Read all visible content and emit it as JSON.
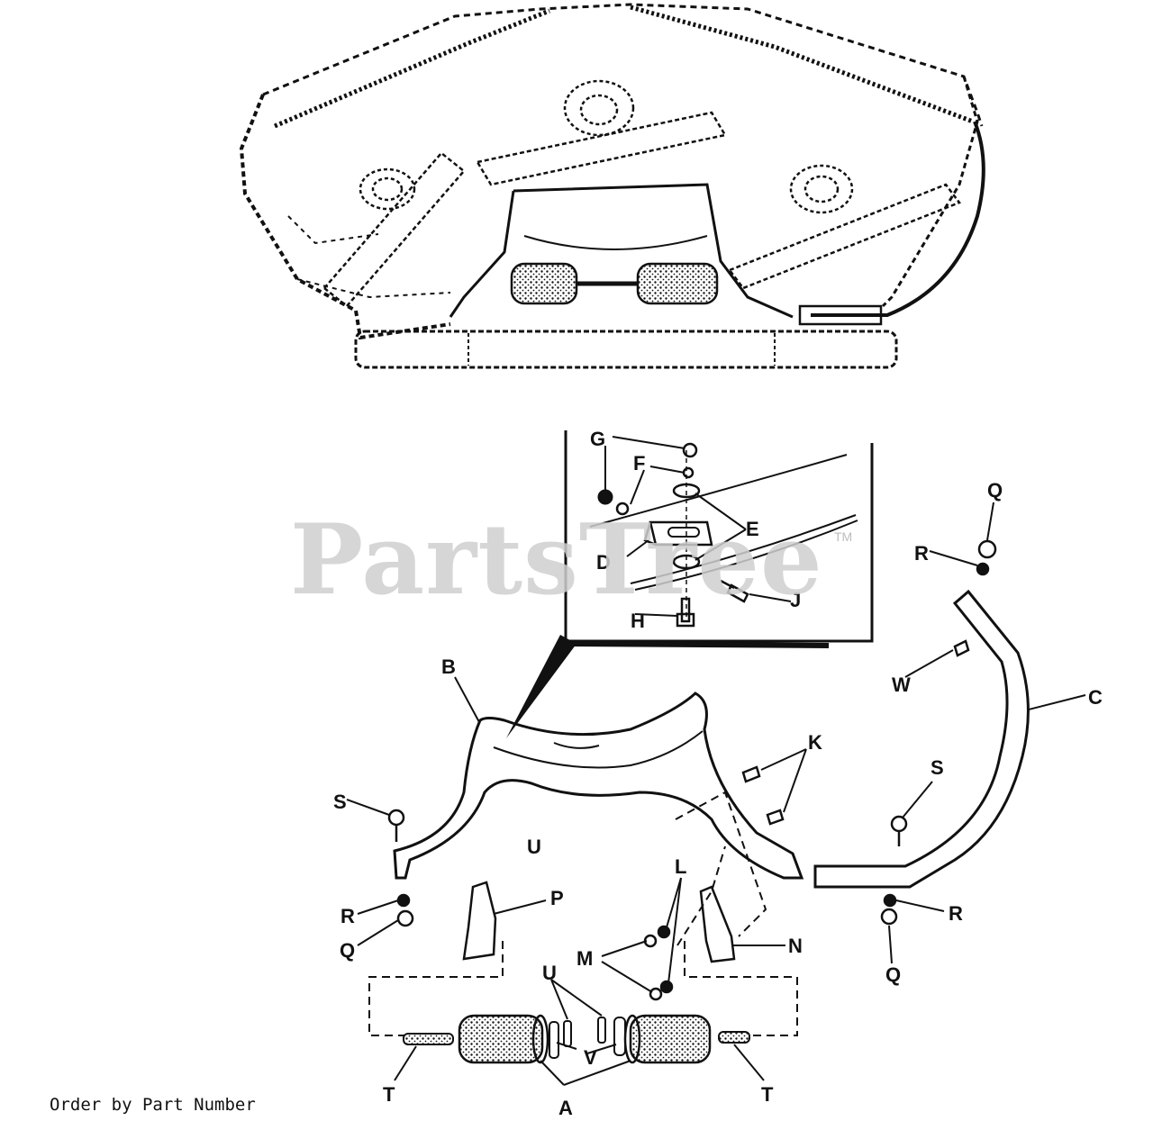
{
  "watermark": {
    "text": "PartsTree",
    "mark": "TM"
  },
  "footer_note": "Order by Part Number",
  "callouts": {
    "A": "A",
    "B": "B",
    "C": "C",
    "D": "D",
    "E": "E",
    "F": "F",
    "G": "G",
    "H": "H",
    "J": "J",
    "K": "K",
    "L": "L",
    "M": "M",
    "N": "N",
    "P": "P",
    "Q": "Q",
    "R": "R",
    "S": "S",
    "T": "T",
    "U": "U",
    "V": "V",
    "W": "W"
  },
  "colors": {
    "line": "#111111",
    "watermark": "#cfcfcf",
    "background": "#ffffff"
  }
}
